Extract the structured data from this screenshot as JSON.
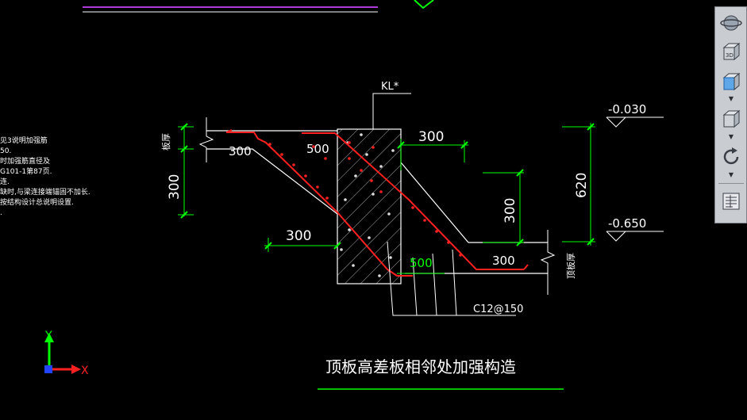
{
  "drawing": {
    "title": "顶板高差板相邻处加强构造",
    "beam_label": "KL*",
    "rebar_label": "C12@150",
    "dims": {
      "d300_top_left": "300",
      "d500_top": "500",
      "d300_top_right": "300",
      "d300_left_vert": "300",
      "d300_mid_left": "300",
      "d500_bottom": "500",
      "d300_right_vert": "300",
      "d300_bottom_right": "300",
      "d620": "620"
    },
    "elevations": {
      "top": "-0.030",
      "bottom": "-0.650"
    },
    "side_label_left": "板厚",
    "side_label_right": "顶板厚"
  },
  "notes": [
    "见3说明加强筋",
    "50.",
    "时加强筋直径及",
    "",
    "G101-1第87页.",
    "连.",
    "缺时,与梁连接端锚固不加长.",
    "按结构设计总说明设置.",
    "."
  ],
  "ucs": {
    "y_label": "Y",
    "x_label": "X"
  },
  "toolbar": {
    "items": [
      "orbit-icon",
      "view-3d-icon",
      "view-front-icon",
      "view-cube-icon",
      "rotate-icon",
      "properties-icon"
    ]
  },
  "colors": {
    "dim": "#00ff00",
    "rebar": "#ff2020",
    "line": "#ffffff",
    "hatch": "#bbbbbb"
  }
}
